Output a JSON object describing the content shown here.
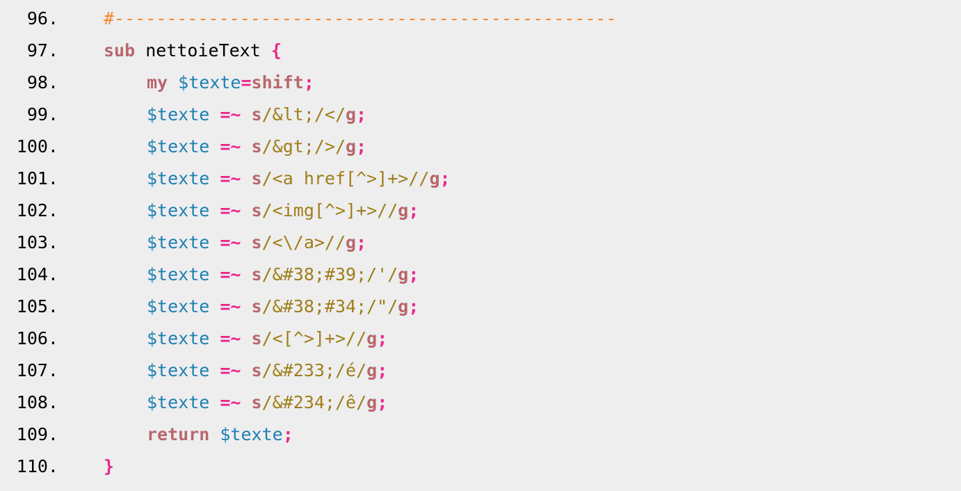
{
  "code_view": {
    "lines": [
      {
        "number": "96.",
        "indent": 0,
        "tokens": [
          {
            "type": "comment",
            "text": "#------------------------------------------------"
          }
        ]
      },
      {
        "number": "97.",
        "indent": 0,
        "tokens": [
          {
            "type": "keyword",
            "text": "sub"
          },
          {
            "type": "plain",
            "text": " nettoieText "
          },
          {
            "type": "brace",
            "text": "{"
          }
        ]
      },
      {
        "number": "98.",
        "indent": 1,
        "tokens": [
          {
            "type": "keyword",
            "text": "my"
          },
          {
            "type": "plain",
            "text": " "
          },
          {
            "type": "var",
            "text": "$texte"
          },
          {
            "type": "operator",
            "text": "="
          },
          {
            "type": "keyword",
            "text": "shift"
          },
          {
            "type": "punct",
            "text": ";"
          }
        ]
      },
      {
        "number": "99.",
        "indent": 1,
        "tokens": [
          {
            "type": "var",
            "text": "$texte"
          },
          {
            "type": "plain",
            "text": " "
          },
          {
            "type": "operator",
            "text": "=~"
          },
          {
            "type": "plain",
            "text": " "
          },
          {
            "type": "regex-flag",
            "text": "s"
          },
          {
            "type": "regex",
            "text": "/&lt;/</"
          },
          {
            "type": "regex-flag",
            "text": "g"
          },
          {
            "type": "punct",
            "text": ";"
          }
        ]
      },
      {
        "number": "100.",
        "indent": 1,
        "tokens": [
          {
            "type": "var",
            "text": "$texte"
          },
          {
            "type": "plain",
            "text": " "
          },
          {
            "type": "operator",
            "text": "=~"
          },
          {
            "type": "plain",
            "text": " "
          },
          {
            "type": "regex-flag",
            "text": "s"
          },
          {
            "type": "regex",
            "text": "/&gt;/>/"
          },
          {
            "type": "regex-flag",
            "text": "g"
          },
          {
            "type": "punct",
            "text": ";"
          }
        ]
      },
      {
        "number": "101.",
        "indent": 1,
        "tokens": [
          {
            "type": "var",
            "text": "$texte"
          },
          {
            "type": "plain",
            "text": " "
          },
          {
            "type": "operator",
            "text": "=~"
          },
          {
            "type": "plain",
            "text": " "
          },
          {
            "type": "regex-flag",
            "text": "s"
          },
          {
            "type": "regex",
            "text": "/<a href[^>]+>//"
          },
          {
            "type": "regex-flag",
            "text": "g"
          },
          {
            "type": "punct",
            "text": ";"
          }
        ]
      },
      {
        "number": "102.",
        "indent": 1,
        "tokens": [
          {
            "type": "var",
            "text": "$texte"
          },
          {
            "type": "plain",
            "text": " "
          },
          {
            "type": "operator",
            "text": "=~"
          },
          {
            "type": "plain",
            "text": " "
          },
          {
            "type": "regex-flag",
            "text": "s"
          },
          {
            "type": "regex",
            "text": "/<img[^>]+>//"
          },
          {
            "type": "regex-flag",
            "text": "g"
          },
          {
            "type": "punct",
            "text": ";"
          }
        ]
      },
      {
        "number": "103.",
        "indent": 1,
        "tokens": [
          {
            "type": "var",
            "text": "$texte"
          },
          {
            "type": "plain",
            "text": " "
          },
          {
            "type": "operator",
            "text": "=~"
          },
          {
            "type": "plain",
            "text": " "
          },
          {
            "type": "regex-flag",
            "text": "s"
          },
          {
            "type": "regex",
            "text": "/<\\/a>//"
          },
          {
            "type": "regex-flag",
            "text": "g"
          },
          {
            "type": "punct",
            "text": ";"
          }
        ]
      },
      {
        "number": "104.",
        "indent": 1,
        "tokens": [
          {
            "type": "var",
            "text": "$texte"
          },
          {
            "type": "plain",
            "text": " "
          },
          {
            "type": "operator",
            "text": "=~"
          },
          {
            "type": "plain",
            "text": " "
          },
          {
            "type": "regex-flag",
            "text": "s"
          },
          {
            "type": "regex",
            "text": "/&#38;#39;/'/"
          },
          {
            "type": "regex-flag",
            "text": "g"
          },
          {
            "type": "punct",
            "text": ";"
          }
        ]
      },
      {
        "number": "105.",
        "indent": 1,
        "tokens": [
          {
            "type": "var",
            "text": "$texte"
          },
          {
            "type": "plain",
            "text": " "
          },
          {
            "type": "operator",
            "text": "=~"
          },
          {
            "type": "plain",
            "text": " "
          },
          {
            "type": "regex-flag",
            "text": "s"
          },
          {
            "type": "regex",
            "text": "/&#38;#34;/\"/"
          },
          {
            "type": "regex-flag",
            "text": "g"
          },
          {
            "type": "punct",
            "text": ";"
          }
        ]
      },
      {
        "number": "106.",
        "indent": 1,
        "tokens": [
          {
            "type": "var",
            "text": "$texte"
          },
          {
            "type": "plain",
            "text": " "
          },
          {
            "type": "operator",
            "text": "=~"
          },
          {
            "type": "plain",
            "text": " "
          },
          {
            "type": "regex-flag",
            "text": "s"
          },
          {
            "type": "regex",
            "text": "/<[^>]+>//"
          },
          {
            "type": "regex-flag",
            "text": "g"
          },
          {
            "type": "punct",
            "text": ";"
          }
        ]
      },
      {
        "number": "107.",
        "indent": 1,
        "tokens": [
          {
            "type": "var",
            "text": "$texte"
          },
          {
            "type": "plain",
            "text": " "
          },
          {
            "type": "operator",
            "text": "=~"
          },
          {
            "type": "plain",
            "text": " "
          },
          {
            "type": "regex-flag",
            "text": "s"
          },
          {
            "type": "regex",
            "text": "/&#233;/é/"
          },
          {
            "type": "regex-flag",
            "text": "g"
          },
          {
            "type": "punct",
            "text": ";"
          }
        ]
      },
      {
        "number": "108.",
        "indent": 1,
        "tokens": [
          {
            "type": "var",
            "text": "$texte"
          },
          {
            "type": "plain",
            "text": " "
          },
          {
            "type": "operator",
            "text": "=~"
          },
          {
            "type": "plain",
            "text": " "
          },
          {
            "type": "regex-flag",
            "text": "s"
          },
          {
            "type": "regex",
            "text": "/&#234;/ê/"
          },
          {
            "type": "regex-flag",
            "text": "g"
          },
          {
            "type": "punct",
            "text": ";"
          }
        ]
      },
      {
        "number": "109.",
        "indent": 1,
        "tokens": [
          {
            "type": "keyword",
            "text": "return"
          },
          {
            "type": "plain",
            "text": " "
          },
          {
            "type": "var",
            "text": "$texte"
          },
          {
            "type": "punct",
            "text": ";"
          }
        ]
      },
      {
        "number": "110.",
        "indent": 0,
        "tokens": [
          {
            "type": "brace",
            "text": "}"
          }
        ]
      }
    ]
  }
}
